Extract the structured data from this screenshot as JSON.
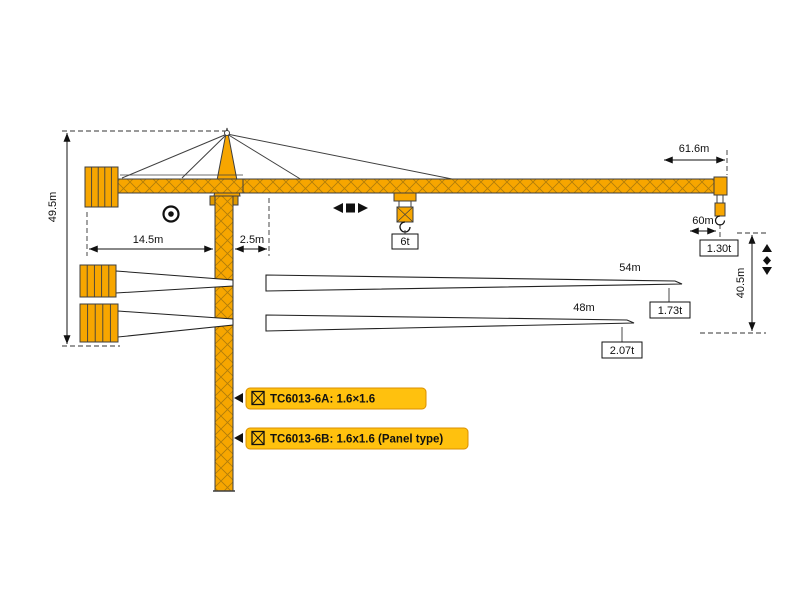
{
  "diagram": {
    "type": "tower-crane-dimension-diagram",
    "colors": {
      "crane_yellow": "#F7A600",
      "lattice_line": "#B17D0A",
      "label_background": "#FFC10E",
      "label_border": "#DB9000",
      "line_black": "#111111"
    },
    "icons": {
      "slewing": "rotation-indicator-icon",
      "trolley": "trolley-travel-indicator-icon",
      "hoist": "hoist-up-down-indicator-icon",
      "mast_section": "mast-section-icon"
    }
  },
  "labels": {
    "height_total": "49.5m",
    "counter_jib": "14.5m",
    "root_offset": "2.5m",
    "radius_max": "61.6m",
    "radius_60": "60m",
    "height_right": "40.5m",
    "jib_54": "54m",
    "jib_48": "48m",
    "load_mid": "6t",
    "load_tip60": "1.30t",
    "load_tip54": "1.73t",
    "load_tip48": "2.07t",
    "model_a": "TC6013-6A: 1.6×1.6",
    "model_b": "TC6013-6B: 1.6x1.6 (Panel type)"
  }
}
